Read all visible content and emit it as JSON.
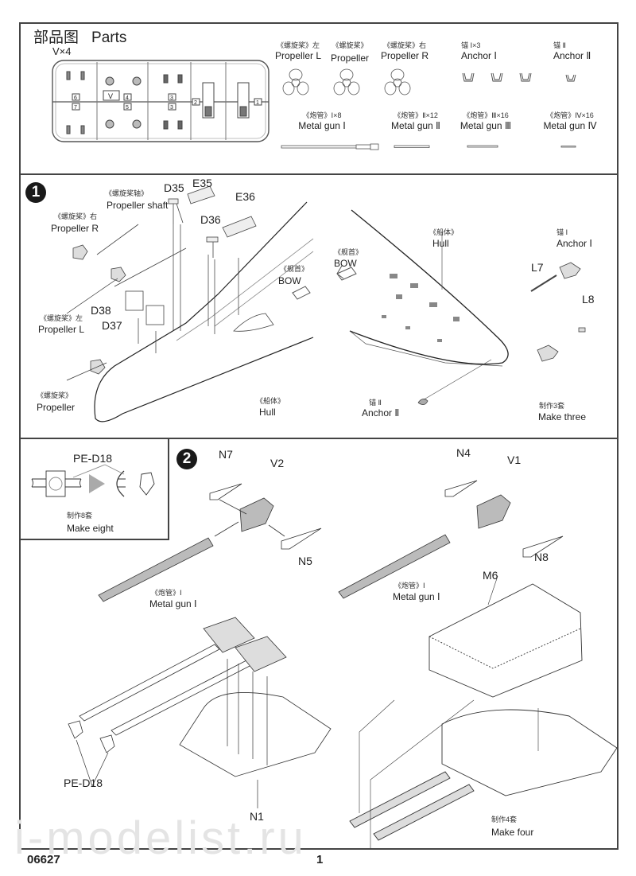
{
  "header": {
    "title_cn": "部品图",
    "title_en": "Parts",
    "sprue_label": "V×4",
    "sprue_numbers": [
      "6",
      "7",
      "V",
      "4",
      "5",
      "3",
      "3",
      "2",
      "1"
    ]
  },
  "parts_list": {
    "propellers": [
      {
        "cn": "《螺旋桨》左",
        "en": "Propeller  L"
      },
      {
        "cn": "《螺旋桨》",
        "en": "Propeller"
      },
      {
        "cn": "《螺旋桨》右",
        "en": "Propeller R"
      }
    ],
    "anchors": [
      {
        "cn": "锚 Ⅰ×3",
        "en": "Anchor Ⅰ"
      },
      {
        "cn": "锚 Ⅱ",
        "en": "Anchor  Ⅱ"
      }
    ],
    "guns": [
      {
        "cn": "《炮管》Ⅰ×8",
        "en": "Metal gun Ⅰ"
      },
      {
        "cn": "《炮管》Ⅱ×12",
        "en": "Metal gun Ⅱ"
      },
      {
        "cn": "《炮管》Ⅲ×16",
        "en": "Metal gun Ⅲ"
      },
      {
        "cn": "《炮管》Ⅳ×16",
        "en": "Metal gun Ⅳ"
      }
    ]
  },
  "step1": {
    "number": "1",
    "left": {
      "propeller_shaft_cn": "《螺旋桨轴》",
      "propeller_shaft_en": "Propeller shaft",
      "propeller_r_cn": "《螺旋桨》右",
      "propeller_r_en": "Propeller R",
      "propeller_l_cn": "《螺旋桨》左",
      "propeller_l_en": "Propeller  L",
      "propeller_cn": "《螺旋桨》",
      "propeller_en": "Propeller",
      "bow_cn": "《舰首》",
      "bow_en": "BOW",
      "hull_cn": "《船体》",
      "hull_en": "Hull",
      "parts": [
        "D35",
        "E35",
        "E36",
        "D36",
        "D38",
        "D37"
      ]
    },
    "right": {
      "hull_cn": "《船体》",
      "hull_en": "Hull",
      "bow_cn": "《舰首》",
      "bow_en": "BOW",
      "anchor1_cn": "锚 Ⅰ",
      "anchor1_en": "Anchor Ⅰ",
      "anchor2_cn": "锚 Ⅱ",
      "anchor2_en": "Anchor  Ⅱ",
      "parts": [
        "L7",
        "L8"
      ],
      "make_cn": "制作3套",
      "make_en": "Make three"
    }
  },
  "step2": {
    "number": "2",
    "inset": {
      "part": "PE-D18",
      "make_cn": "制作8套",
      "make_en": "Make eight"
    },
    "left": {
      "parts": [
        "N7",
        "V2",
        "N5"
      ],
      "gun_cn": "《炮管》Ⅰ",
      "gun_en": "Metal gun Ⅰ",
      "pe_label": "PE-D18",
      "base_part": "N1"
    },
    "right": {
      "parts": [
        "N4",
        "V1",
        "N8"
      ],
      "gun_cn": "《炮管》Ⅰ",
      "gun_en": "Metal gun Ⅰ",
      "turret_part": "M6",
      "make_cn": "制作4套",
      "make_en": "Make four"
    }
  },
  "watermark": "i-modelist.ru",
  "footer": {
    "code": "06627",
    "page": "1"
  }
}
